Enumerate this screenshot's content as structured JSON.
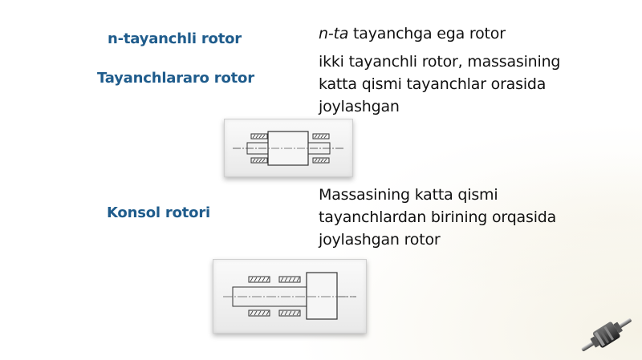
{
  "slide": {
    "terms": {
      "n_support": "n-tayanchli rotor",
      "between_supports": "Tayanchlararo rotor",
      "cantilever": "Konsol rotori"
    },
    "definitions": {
      "n_support_italic": "n-ta",
      "n_support_rest": " tayanchga ega rotor",
      "between_supports_lines": [
        "ikki tayanchli rotor, massasining",
        "katta qismi tayanchlar orasida",
        "joylashgan"
      ],
      "cantilever_lines": [
        "Massasining katta qismi",
        "tayanchlardan birining orqasida",
        "joylashgan rotor"
      ]
    },
    "icons": {
      "between_supports_figure": "rotor-between-supports-diagram",
      "cantilever_figure": "cantilever-rotor-diagram",
      "corner_image": "rotor-shaft-icon"
    }
  }
}
